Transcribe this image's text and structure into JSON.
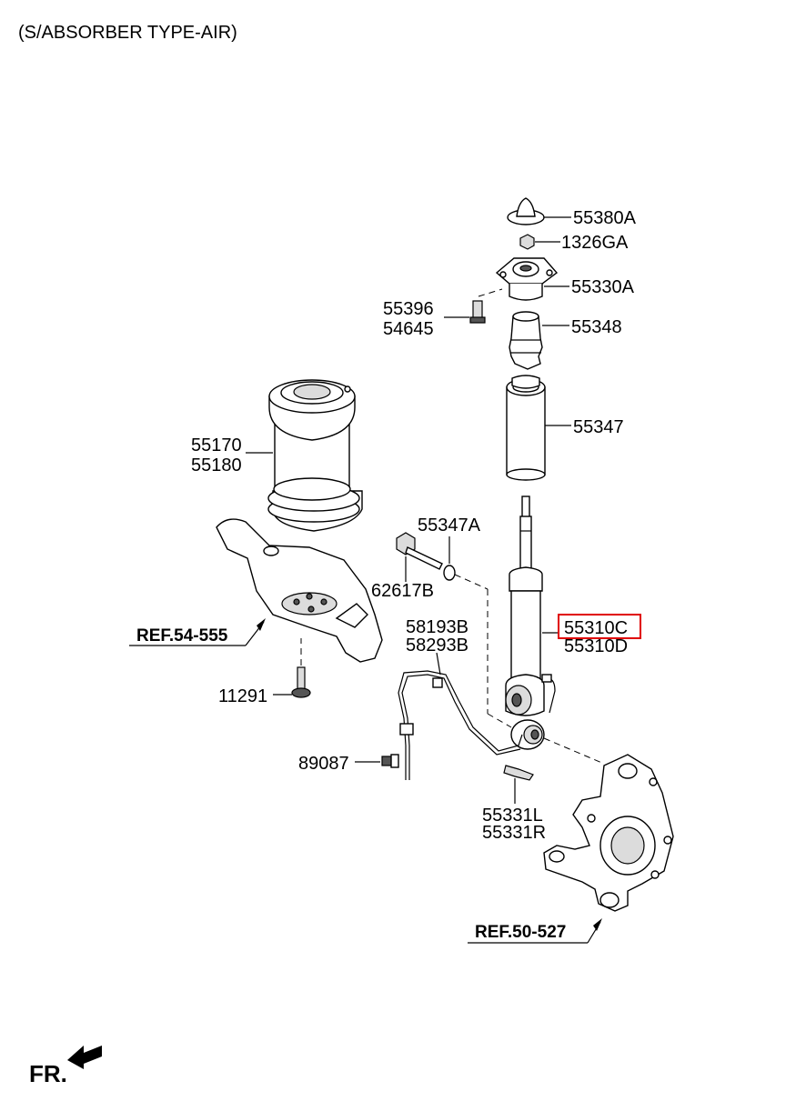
{
  "title": "(S/ABSORBER TYPE-AIR)",
  "parts": {
    "p55380A": "55380A",
    "p1326GA": "1326GA",
    "p55330A": "55330A",
    "p55396": "55396",
    "p54645": "54645",
    "p55348": "55348",
    "p55347": "55347",
    "p55170": "55170",
    "p55180": "55180",
    "p55347A": "55347A",
    "p62617B": "62617B",
    "p58193B": "58193B",
    "p58293B": "58293B",
    "p55310C": "55310C",
    "p55310D": "55310D",
    "p11291": "11291",
    "p89087": "89087",
    "p55331L": "55331L",
    "p55331R": "55331R"
  },
  "refs": {
    "ref54": "REF.54-555",
    "ref50": "REF.50-527"
  },
  "orientation": "FR.",
  "highlight": {
    "part": "55310C",
    "color": "#e00000"
  }
}
